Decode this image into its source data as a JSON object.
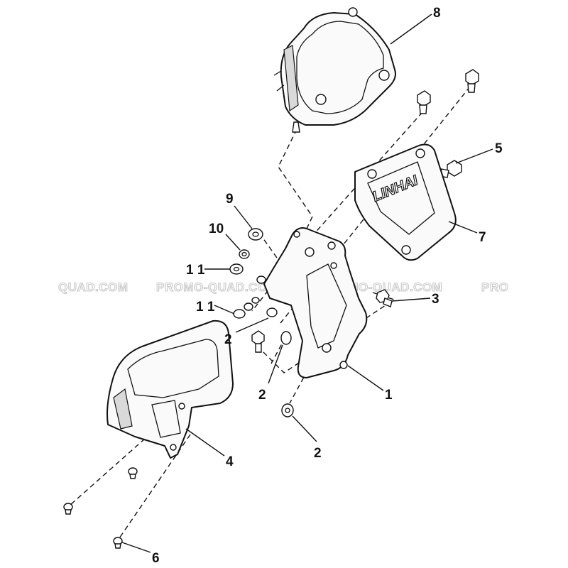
{
  "diagram": {
    "brand_text": "LINHAI",
    "watermarks": [
      "QUAD.COM",
      "PROMO-QUAD.COM",
      "PROMO-QUAD.COM",
      "PRO"
    ],
    "callouts": {
      "c1": "1",
      "c2a": "2",
      "c2b": "2",
      "c2c": "2",
      "c3": "3",
      "c4": "4",
      "c5": "5",
      "c6": "6",
      "c7": "7",
      "c8": "8",
      "c9": "9",
      "c10": "10",
      "c11a": "1 1",
      "c11b": "1 1"
    }
  }
}
